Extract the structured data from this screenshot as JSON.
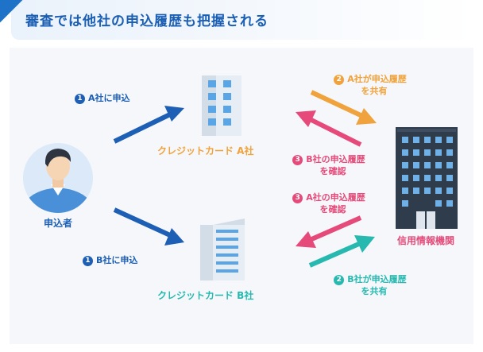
{
  "title": "審査では他社の申込履歴も把握される",
  "applicant": {
    "label": "申込者"
  },
  "company_a": {
    "label": "クレジットカード A社"
  },
  "company_b": {
    "label": "クレジットカード B社"
  },
  "bureau": {
    "label": "信用情報機関"
  },
  "flows": {
    "apply_a": {
      "num": "1",
      "text": "A社に申込"
    },
    "apply_b": {
      "num": "1",
      "text": "B社に申込"
    },
    "share_a": {
      "num": "2",
      "line1": "A社が申込履歴",
      "line2": "を共有"
    },
    "share_b": {
      "num": "2",
      "line1": "B社が申込履歴",
      "line2": "を共有"
    },
    "check_b": {
      "num": "3",
      "line1": "B社の申込履歴",
      "line2": "を確認"
    },
    "check_a": {
      "num": "3",
      "line1": "A社の申込履歴",
      "line2": "を確認"
    }
  },
  "colors": {
    "blue": "#1d5fb5",
    "orange": "#f0a33c",
    "teal": "#27b9b0",
    "pink": "#e64a7a"
  }
}
